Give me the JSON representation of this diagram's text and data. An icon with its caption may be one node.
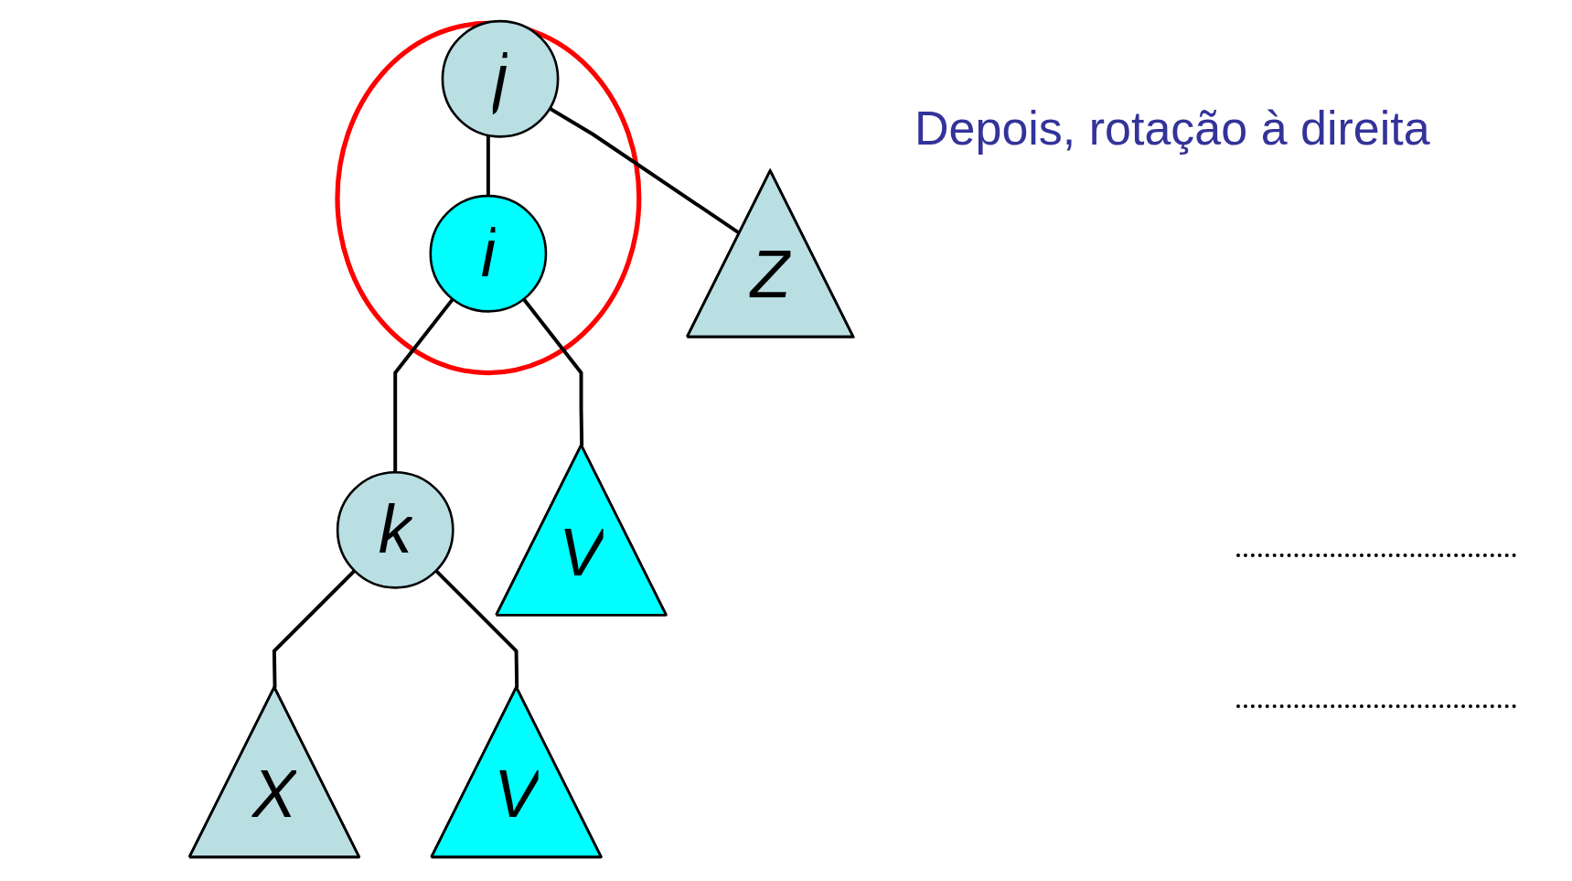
{
  "diagram": {
    "title": "Depois, rotação à direita",
    "nodes": [
      {
        "text": [],
        "shape": "ellipse"
      },
      {
        "text": [
          "j"
        ],
        "in": 0
      },
      {
        "text": [
          "i"
        ],
        "in": 0
      },
      {
        "text": [
          "k"
        ]
      },
      {
        "text": [
          "V"
        ]
      },
      {
        "text": [
          "Z"
        ]
      },
      {
        "text": [
          "X"
        ]
      },
      {
        "text": [
          "V"
        ]
      }
    ],
    "edges": [
      {
        "from": 1,
        "to": 2,
        "arrow": "none"
      },
      {
        "from": 1,
        "to": 5,
        "arrow": "none"
      },
      {
        "from": 2,
        "to": 3,
        "arrow": "none"
      },
      {
        "from": 2,
        "to": 4,
        "arrow": "none"
      },
      {
        "from": 3,
        "to": 6,
        "arrow": "none"
      },
      {
        "from": 3,
        "to": 7,
        "arrow": "none"
      }
    ]
  }
}
